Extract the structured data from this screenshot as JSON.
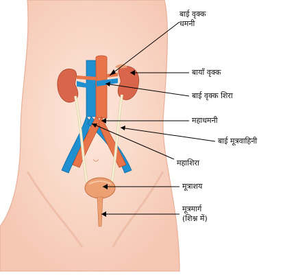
{
  "labels": {
    "left_renal_artery_line1": "बाई वृक्क",
    "left_renal_artery_line2": "धमनी",
    "left_kidney": "बायाँ वृक्क",
    "left_renal_vein": "बाई वृक्क शिरा",
    "aorta": "महाधमनी",
    "left_ureter": "बाई मूत्रवाहिनी",
    "vena_cava": "महाशिरा",
    "bladder": "मूत्राशय",
    "urethra_line1": "मूत्रमार्ग",
    "urethra_line2": "(शिश्न में)"
  },
  "colors": {
    "skin": "#f9d9c9",
    "skin_edge": "#e8b09a",
    "artery": "#e8744a",
    "vein": "#1f8fd0",
    "kidney": "#d9664a",
    "ureter": "#efe6c4",
    "bladder": "#eda072",
    "leader_line": "#000000"
  }
}
